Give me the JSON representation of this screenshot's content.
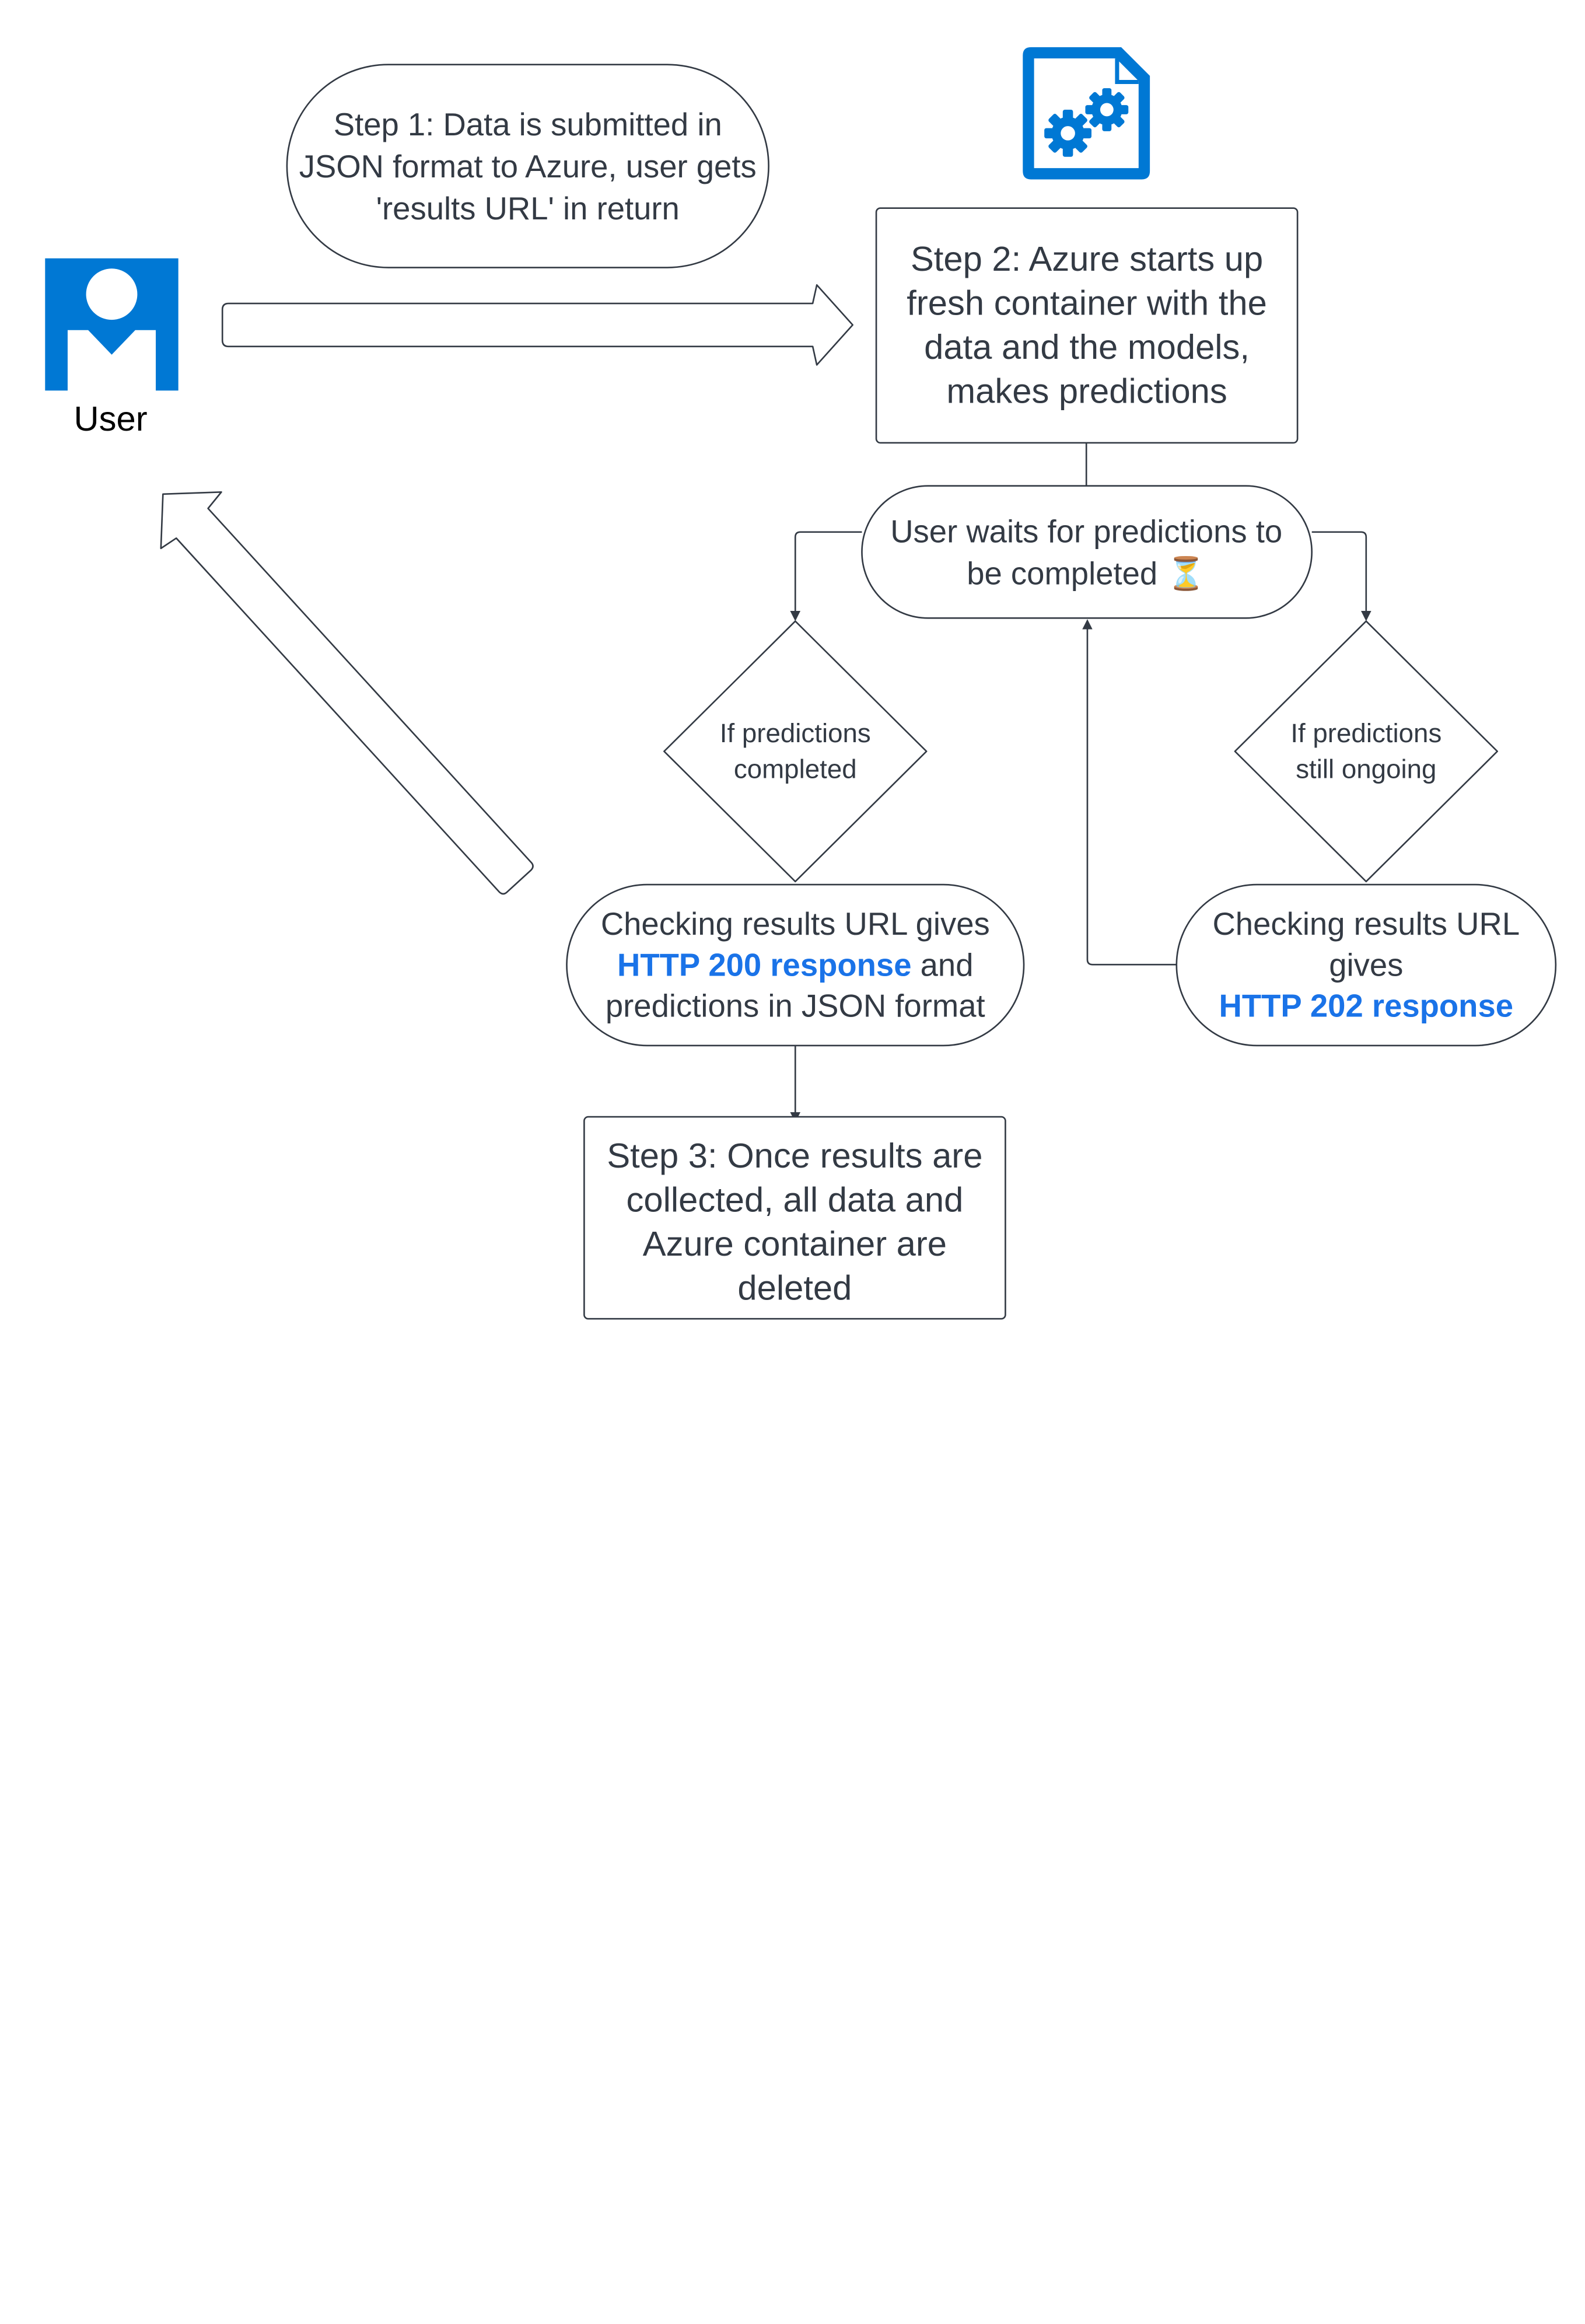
{
  "actor": {
    "label": "User"
  },
  "step1": {
    "text": "Step 1: Data is submitted in JSON format to Azure, user gets 'results URL' in return"
  },
  "step2": {
    "text": "Step 2: Azure starts up fresh container with the data and the models, makes predictions"
  },
  "wait": {
    "text": "User waits for predictions to be completed",
    "icon": "⏳"
  },
  "decision_completed": {
    "text": "If predictions completed"
  },
  "decision_ongoing": {
    "text": "If predictions still ongoing"
  },
  "result_200": {
    "line1": "Checking results URL gives",
    "highlight": "HTTP 200 response",
    "after_highlight": " and",
    "line3": "predictions in JSON format"
  },
  "result_202": {
    "line1": "Checking results URL gives",
    "highlight": "HTTP 202 response"
  },
  "step3": {
    "text": "Step 3: Once results are collected, all data and Azure container are deleted"
  },
  "colors": {
    "azure_blue": "#0078d4",
    "highlight_blue": "#1a73e8",
    "text": "#333a44",
    "stroke": "#333a44",
    "hourglass": "#f5a623"
  },
  "icons": [
    "user-icon",
    "azure-service-icon",
    "hourglass-icon"
  ]
}
